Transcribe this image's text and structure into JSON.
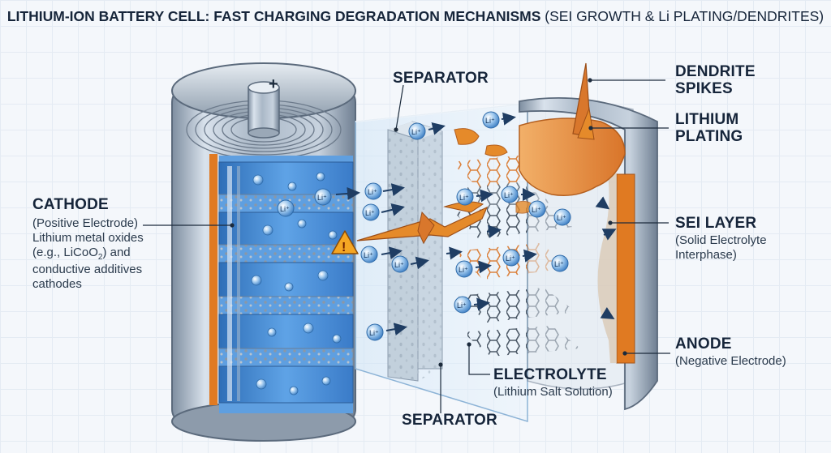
{
  "title": {
    "main": "LITHIUM-ION BATTERY CELL: FAST CHARGING DEGRADATION MECHANISMS",
    "sub": " (SEI GROWTH & Li PLATING/DENDRITES)"
  },
  "labels": {
    "separator_top": "SEPARATOR",
    "separator_bottom": "SEPARATOR",
    "dendrite": {
      "line1": "DENDRITE",
      "line2": "SPIKES"
    },
    "plating": {
      "line1": "LITHIUM",
      "line2": "PLATING"
    },
    "cathode": {
      "heading": "CATHODE",
      "line1": "(Positive Electrode)",
      "line2": "Lithium metal oxides",
      "line3_pre": "(e.g., LiCoO",
      "line3_sub": "2",
      "line3_post": ") and",
      "line4": "conductive additives",
      "line5": "cathodes"
    },
    "sei": {
      "heading": "SEI LAYER",
      "line1": "(Solid Electrolyte",
      "line2": "Interphase)"
    },
    "anode": {
      "heading": "ANODE",
      "line1": "(Negative Electrode)"
    },
    "electrolyte": {
      "heading": "ELECTROLYTE",
      "line1": "(Lithium Salt Solution)"
    },
    "terminal_symbol": "+",
    "warning_symbol": "!",
    "ion_label": "Li⁺"
  },
  "colors": {
    "cathode_blue": "#4a90d8",
    "separator": "#c9d6e2",
    "plating_orange": "#e58a2a",
    "anode_strip": "#e07a22",
    "graphite": "#4d5a68",
    "label_text": "#16253a",
    "leader_line": "#1c2b3c"
  },
  "icons": [
    "plus-terminal-icon",
    "warning-icon",
    "li-ion-icon",
    "arrow-icon",
    "dendrite-spike-icon"
  ]
}
